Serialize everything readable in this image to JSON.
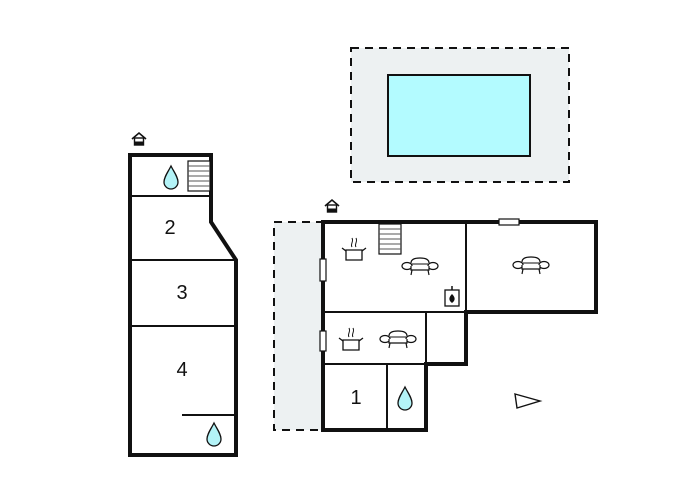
{
  "diagram": {
    "type": "floor-plan",
    "colors": {
      "wall": "#111111",
      "pool_water": "#b3fbff",
      "outdoor_area": "#edf1f2",
      "water_drop": "#b3f3f7",
      "background": "#ffffff"
    },
    "buildings": [
      {
        "id": "annex",
        "rooms": [
          {
            "label": "",
            "type": "bathroom",
            "icons": [
              "water-drop-icon",
              "stairs-icon"
            ]
          },
          {
            "label": "2",
            "type": "bedroom"
          },
          {
            "label": "3",
            "type": "bedroom"
          },
          {
            "label": "4",
            "type": "bedroom",
            "icons": [
              "water-drop-icon"
            ]
          }
        ],
        "entrance_icon": "entrance-house-icon"
      },
      {
        "id": "main-house",
        "rooms": [
          {
            "label": "",
            "type": "kitchen-living",
            "icons": [
              "cooking-pot-icon",
              "stairs-icon",
              "sofa-icon",
              "fireplace-icon"
            ]
          },
          {
            "label": "",
            "type": "living-room",
            "icons": [
              "sofa-icon"
            ]
          },
          {
            "label": "",
            "type": "kitchen-living",
            "icons": [
              "cooking-pot-icon",
              "sofa-icon"
            ]
          },
          {
            "label": "",
            "type": "storage"
          },
          {
            "label": "1",
            "type": "bedroom"
          },
          {
            "label": "",
            "type": "bathroom",
            "icons": [
              "water-drop-icon"
            ]
          }
        ],
        "entrance_icon": "entrance-house-icon"
      }
    ],
    "outdoor": [
      {
        "type": "pool-area",
        "icons": [
          "pool"
        ]
      },
      {
        "type": "terrace"
      }
    ],
    "labels": {
      "room_1": "1",
      "room_2": "2",
      "room_3": "3",
      "room_4": "4"
    },
    "north_indicator": "direction-arrow-icon"
  }
}
